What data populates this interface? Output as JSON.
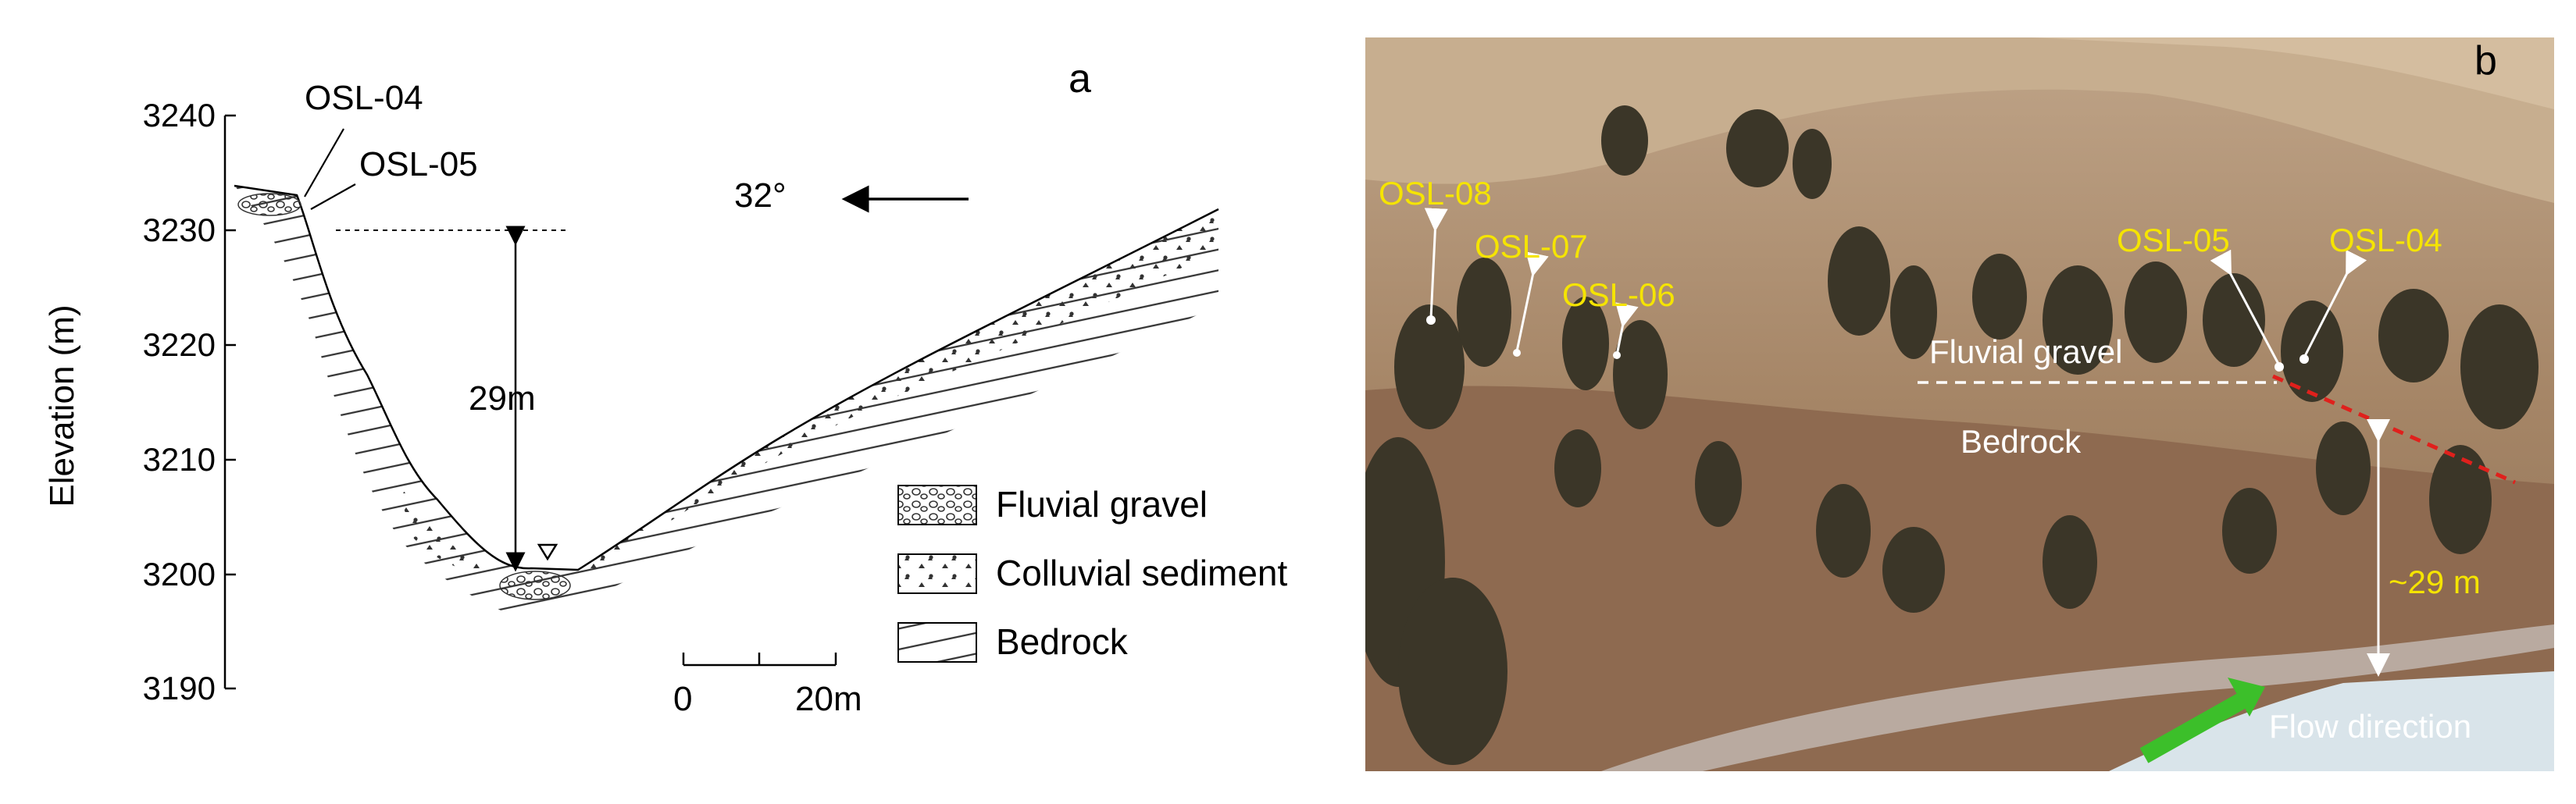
{
  "panel_a": {
    "label": "a",
    "y_axis_title": "Elevation (m)",
    "y_ticks": [
      "3240",
      "3230",
      "3220",
      "3210",
      "3200",
      "3190"
    ],
    "samples": [
      "OSL-04",
      "OSL-05"
    ],
    "orientation": "32°",
    "height_label": "29m",
    "legend": [
      {
        "key": "fluvial-gravel",
        "label": "Fluvial gravel"
      },
      {
        "key": "colluvial-sediment",
        "label": "Colluvial sediment"
      },
      {
        "key": "bedrock",
        "label": "Bedrock"
      }
    ],
    "scale_bar": {
      "start": "0",
      "end": "20m"
    }
  },
  "panel_b": {
    "label": "b",
    "samples": [
      "OSL-08",
      "OSL-07",
      "OSL-06",
      "OSL-05",
      "OSL-04"
    ],
    "fluvial_gravel_label": "Fluvial gravel",
    "bedrock_label": "Bedrock",
    "height_label": "~29 m",
    "flow_label": "Flow direction",
    "colors": {
      "sample_label": "#f5e400",
      "fault_line": "#e0201c",
      "flow_arrow": "#3cbf2a",
      "annotation": "#ffffff"
    }
  }
}
